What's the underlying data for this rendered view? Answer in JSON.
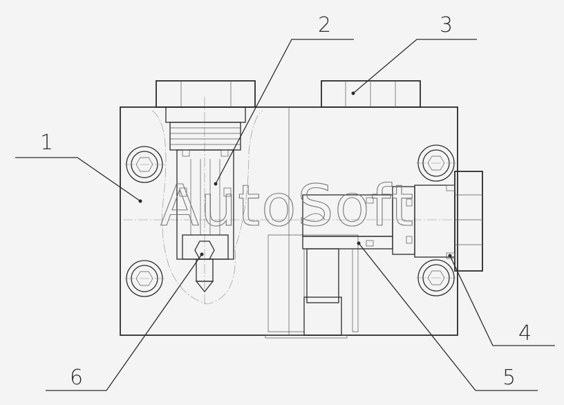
{
  "diagram": {
    "watermark_text": "AutoSoft",
    "callouts": [
      {
        "number": "1"
      },
      {
        "number": "2"
      },
      {
        "number": "3"
      },
      {
        "number": "4"
      },
      {
        "number": "5"
      },
      {
        "number": "6"
      }
    ]
  }
}
